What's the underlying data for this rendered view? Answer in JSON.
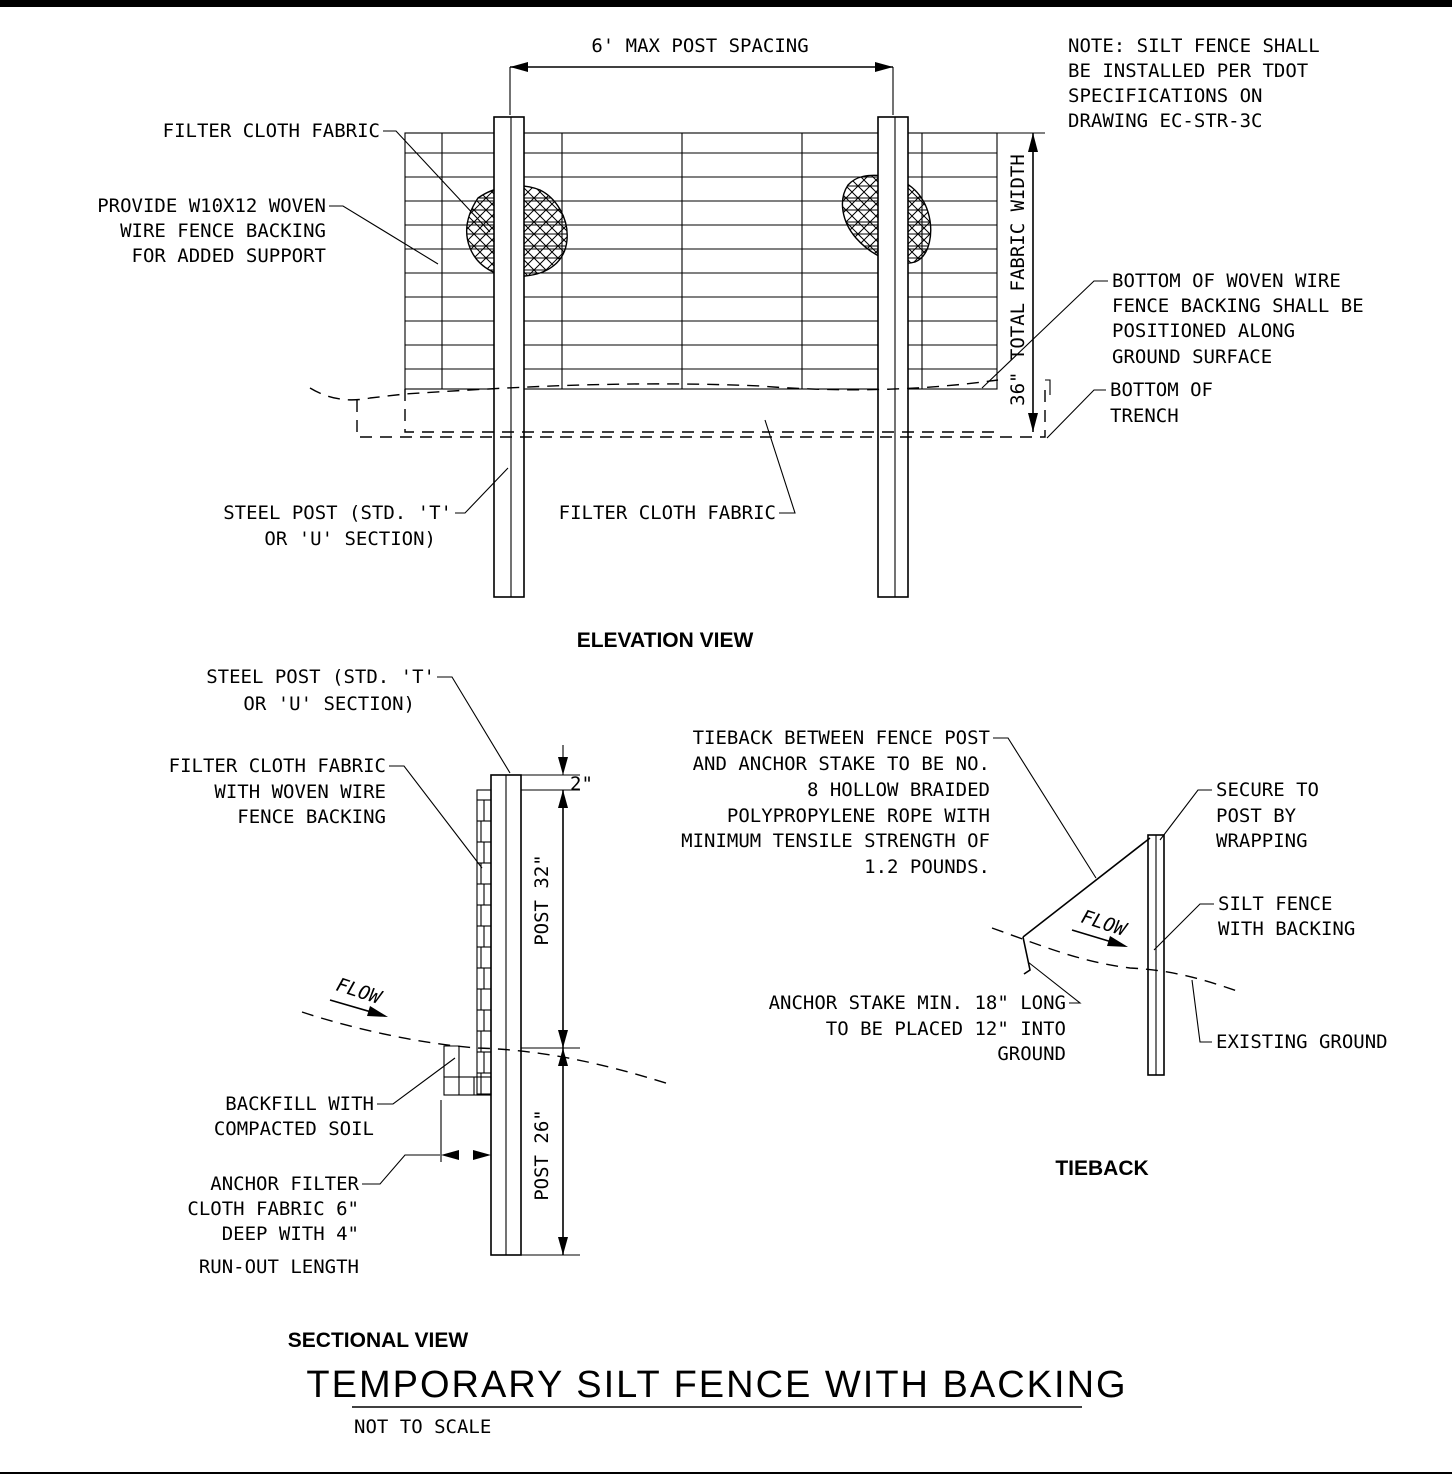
{
  "elevation": {
    "view_title": "ELEVATION VIEW",
    "post_spacing": "6' MAX POST SPACING",
    "note": [
      "NOTE: SILT FENCE SHALL",
      "BE INSTALLED PER TDOT",
      "SPECIFICATIONS ON",
      "DRAWING EC-STR-3C"
    ],
    "filter_cloth_top": "FILTER CLOTH FABRIC",
    "woven_wire": [
      "PROVIDE W10X12 WOVEN",
      "WIRE FENCE BACKING",
      "FOR ADDED SUPPORT"
    ],
    "fabric_width": "36\" TOTAL FABRIC WIDTH",
    "bottom_wire": [
      "BOTTOM OF WOVEN WIRE",
      "FENCE BACKING SHALL BE",
      "POSITIONED ALONG",
      "GROUND SURFACE"
    ],
    "bottom_trench": [
      "BOTTOM OF",
      "TRENCH"
    ],
    "steel_post": [
      "STEEL POST (STD. 'T'",
      "OR 'U' SECTION)"
    ],
    "filter_cloth_bottom": "FILTER CLOTH FABRIC"
  },
  "sectional": {
    "view_title": "SECTIONAL VIEW",
    "steel_post": [
      "STEEL POST (STD. 'T'",
      "OR 'U' SECTION)"
    ],
    "filter_cloth": [
      "FILTER CLOTH FABRIC",
      "WITH WOVEN WIRE",
      "FENCE BACKING"
    ],
    "dim_top": "2\"",
    "dim_post_upper": "POST 32\"",
    "dim_post_lower": "POST 26\"",
    "flow": "FLOW",
    "backfill": [
      "BACKFILL WITH",
      "COMPACTED SOIL"
    ],
    "anchor": [
      "ANCHOR FILTER",
      "CLOTH FABRIC 6\"",
      "DEEP WITH 4\"",
      "RUN-OUT LENGTH"
    ]
  },
  "tieback": {
    "view_title": "TIEBACK",
    "rope": [
      "TIEBACK BETWEEN FENCE POST",
      "AND ANCHOR STAKE TO BE NO.",
      "8 HOLLOW BRAIDED",
      "POLYPROPYLENE ROPE WITH",
      "MINIMUM TENSILE STRENGTH OF",
      "1.2 POUNDS."
    ],
    "secure": [
      "SECURE TO",
      "POST BY",
      "WRAPPING"
    ],
    "silt_fence": [
      "SILT FENCE",
      "WITH BACKING"
    ],
    "flow": "FLOW",
    "anchor_stake": [
      "ANCHOR STAKE MIN. 18\" LONG",
      "TO BE PLACED 12\" INTO",
      "GROUND"
    ],
    "existing_ground": "EXISTING GROUND"
  },
  "footer": {
    "title": "TEMPORARY SILT FENCE WITH BACKING",
    "subtitle": "NOT TO SCALE"
  }
}
